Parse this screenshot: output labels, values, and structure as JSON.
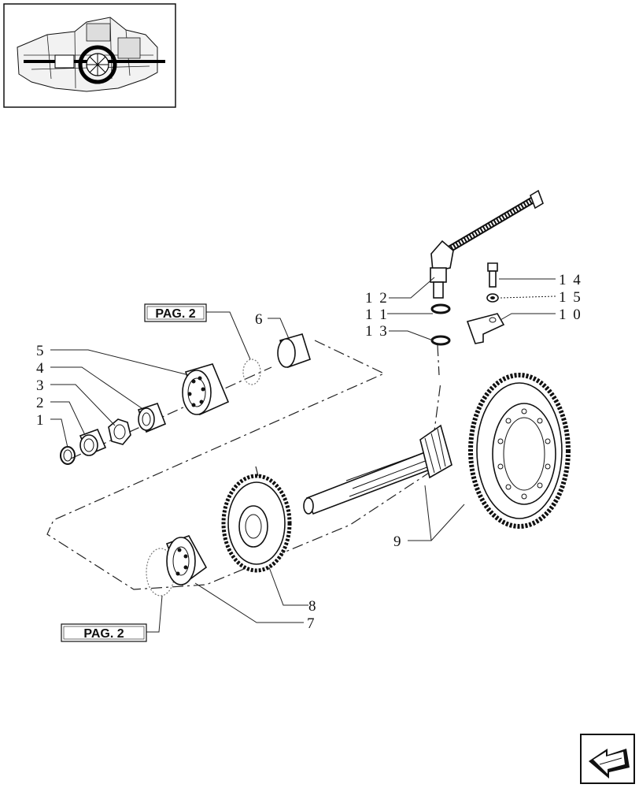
{
  "ref_tags": [
    {
      "id": "pag-top",
      "label": "PAG. 2"
    },
    {
      "id": "pag-bottom",
      "label": "PAG. 2"
    }
  ],
  "callouts": [
    {
      "id": "1",
      "label": "1"
    },
    {
      "id": "2",
      "label": "2"
    },
    {
      "id": "3",
      "label": "3"
    },
    {
      "id": "4",
      "label": "4"
    },
    {
      "id": "5",
      "label": "5"
    },
    {
      "id": "6",
      "label": "6"
    },
    {
      "id": "7",
      "label": "7"
    },
    {
      "id": "8",
      "label": "8"
    },
    {
      "id": "9",
      "label": "9"
    },
    {
      "id": "10",
      "label": "1 0"
    },
    {
      "id": "11",
      "label": "1 1"
    },
    {
      "id": "12",
      "label": "1 2"
    },
    {
      "id": "13",
      "label": "1 3"
    },
    {
      "id": "14",
      "label": "1 4"
    },
    {
      "id": "15",
      "label": "1 5"
    }
  ],
  "nav": {
    "icon": "back-arrow-icon"
  }
}
